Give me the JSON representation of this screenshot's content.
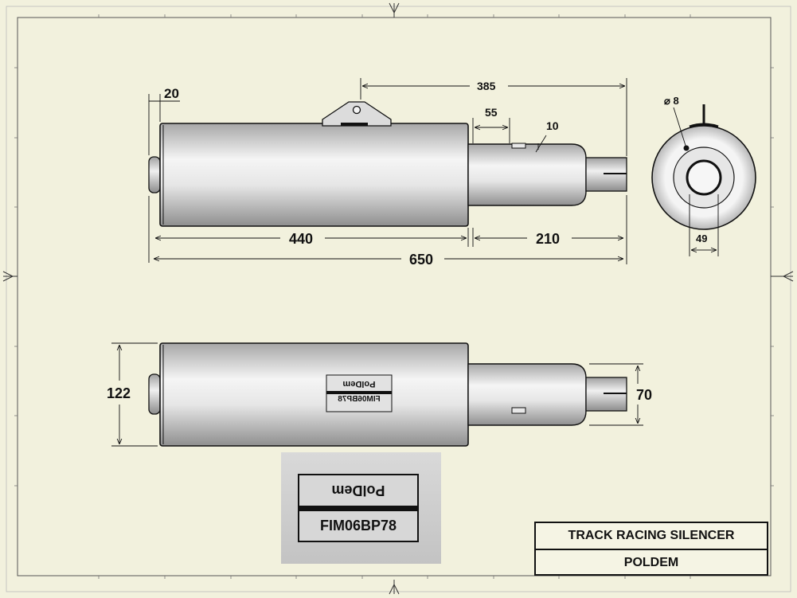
{
  "dimensions": {
    "flange": "20",
    "mount_to_end": "385",
    "slot_offset": "55",
    "slot_width": "10",
    "body_length": "440",
    "pipe_length": "210",
    "overall_length": "650",
    "hole_diameter": "⌀ 8",
    "outlet_diameter": "49",
    "body_diameter": "122",
    "outlet_height": "70"
  },
  "label_plate": {
    "brand": "PolDem",
    "code": "FIM06BP78"
  },
  "title_block": {
    "title": "TRACK RACING SILENCER",
    "company": "POLDEM"
  },
  "colors": {
    "paper": "#f2f1dd",
    "line": "#111111",
    "metal_light": "#f4f4f4",
    "metal_dark": "#9a9a9a"
  }
}
